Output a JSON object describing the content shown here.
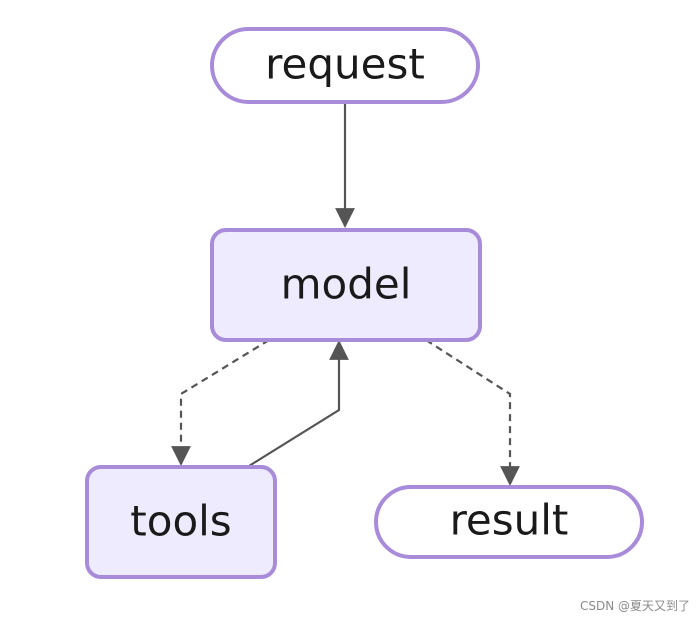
{
  "nodes": {
    "request": {
      "label": "request"
    },
    "model": {
      "label": "model"
    },
    "tools": {
      "label": "tools"
    },
    "result": {
      "label": "result"
    }
  },
  "colors": {
    "node_stroke": "#a88bd9",
    "node_fill_process": "#eeebff",
    "node_fill_terminal": "#ffffff",
    "edge": "#555555",
    "text": "#1a1a1a",
    "watermark": "#8a8a8a"
  },
  "watermark": {
    "text": "CSDN @夏天又到了"
  }
}
